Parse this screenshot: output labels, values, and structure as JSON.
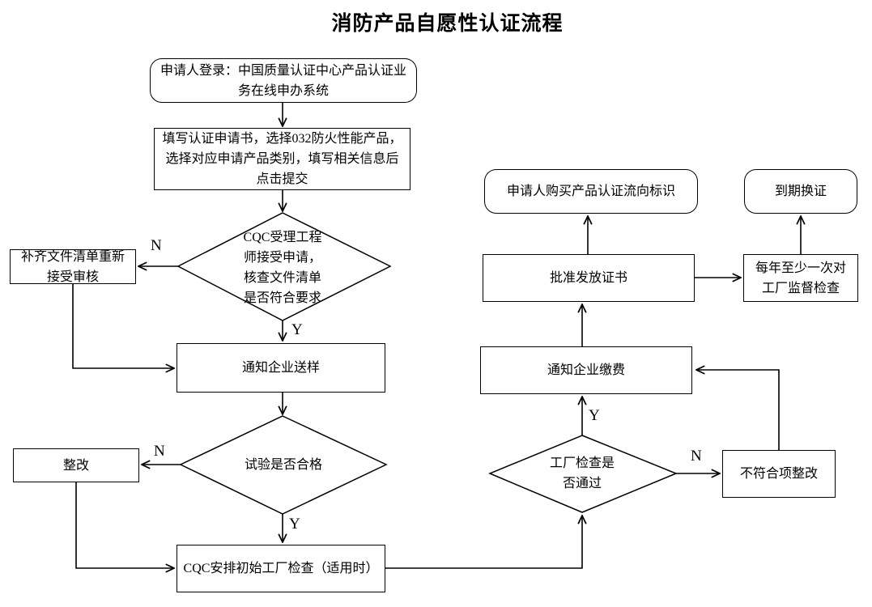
{
  "title": "消防产品自愿性认证流程",
  "colors": {
    "line": "#000000",
    "background": "#ffffff",
    "node_fill": "#ffffff",
    "text": "#000000"
  },
  "nodes": {
    "login": {
      "type": "terminal",
      "label": "申请人登录：中国质量认证中心产品认证业\n务在线申办系统"
    },
    "fill_form": {
      "type": "process",
      "label": "填写认证申请书，选择032防火性能产品，\n选择对应申请产品类别，填写相关信息后\n点击提交"
    },
    "accept_check": {
      "type": "decision",
      "label": "CQC受理工程\n师接受申请，\n核查文件清单\n是否符合要求"
    },
    "resubmit": {
      "type": "process",
      "label": "补齐文件清单重新\n接受审核"
    },
    "notify_sample": {
      "type": "process",
      "label": "通知企业送样"
    },
    "test_pass": {
      "type": "decision",
      "label": "试验是否合格"
    },
    "rectify": {
      "type": "process",
      "label": "整改"
    },
    "factory_check": {
      "type": "process",
      "label": "CQC安排初始工厂检查（适用时）"
    },
    "factory_pass": {
      "type": "decision",
      "label": "工厂检查是\n否通过"
    },
    "nonconformity": {
      "type": "process",
      "label": "不符合项整改"
    },
    "notify_payment": {
      "type": "process",
      "label": "通知企业缴费"
    },
    "approve": {
      "type": "process",
      "label": "批准发放证书"
    },
    "buy_mark": {
      "type": "terminal",
      "label": "申请人购买产品认证流向标识"
    },
    "supervise": {
      "type": "process",
      "label": "每年至少一次对\n工厂监督检查"
    },
    "renew": {
      "type": "terminal",
      "label": "到期换证"
    }
  },
  "edge_labels": {
    "accept_no": "N",
    "accept_yes": "Y",
    "test_no": "N",
    "test_yes": "Y",
    "factory_no": "N",
    "factory_yes": "Y"
  }
}
